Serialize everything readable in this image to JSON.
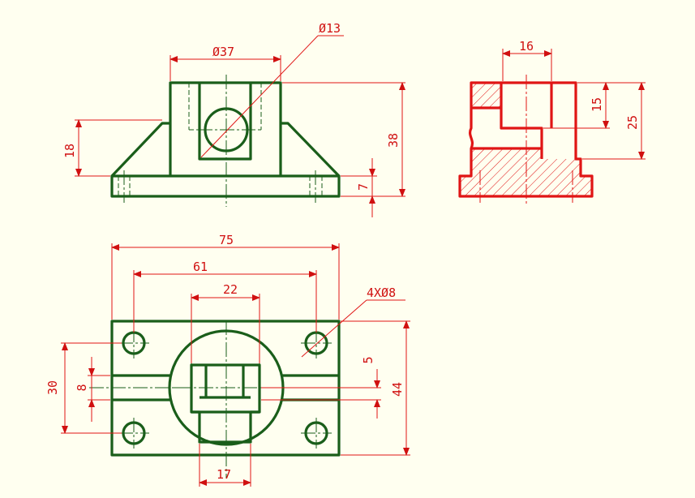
{
  "dimensions": {
    "front_dia_hole": "Ø13",
    "front_width": "Ø37",
    "front_left_height": "18",
    "front_total_height": "38",
    "front_base_thickness": "7",
    "side_slot_width": "16",
    "side_slot_depth": "15",
    "side_step_height": "25",
    "top_overall_width": "75",
    "top_hole_spacing": "61",
    "top_opening_width": "22",
    "top_holes_spec": "4XØ8",
    "top_hole_spacing_vertical": "30",
    "top_rib_width": "8",
    "top_small_gap": "5",
    "top_overall_depth": "44",
    "top_bottom_opening": "17"
  },
  "colors": {
    "background": "#fffff0",
    "outline_green": "#1a5e1a",
    "section_red": "#e01515",
    "dimension_red": "#d01010"
  }
}
